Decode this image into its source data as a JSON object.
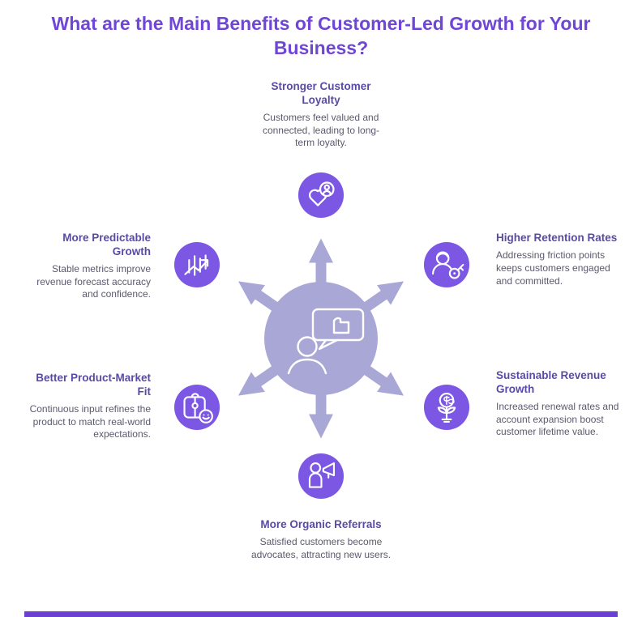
{
  "title": "What are the Main Benefits of Customer-Led Growth for Your Business?",
  "colors": {
    "title": "#6F46D5",
    "node_heading": "#5B4AA5",
    "node_body": "#5A5A6E",
    "icon_circle": "#7C57E4",
    "hub_and_arrows": "#A9A7D5",
    "footer_bar": "#6B3FD4",
    "background": "#FFFFFF"
  },
  "center": {
    "icon": "person-feedback-bubble-icon"
  },
  "nodes": [
    {
      "position": "top",
      "heading": "Stronger Customer Loyalty",
      "description": "Customers feel valued and connected, leading to long-term loyalty.",
      "icon": "heart-member-icon"
    },
    {
      "position": "upper-left",
      "heading": "More Predictable Growth",
      "description": "Stable metrics improve revenue forecast accuracy and confidence.",
      "icon": "candlestick-growth-icon"
    },
    {
      "position": "upper-right",
      "heading": "Higher Retention Rates",
      "description": "Addressing friction points keeps customers engaged and committed.",
      "icon": "person-key-icon"
    },
    {
      "position": "lower-left",
      "heading": "Better Product-Market Fit",
      "description": "Continuous input refines the product to match real-world expectations.",
      "icon": "puzzle-smiley-icon"
    },
    {
      "position": "lower-right",
      "heading": "Sustainable Revenue Growth",
      "description": "Increased renewal rates and account expansion boost customer lifetime value.",
      "icon": "money-plant-icon"
    },
    {
      "position": "bottom",
      "heading": "More Organic Referrals",
      "description": "Satisfied customers become advocates, attracting new users.",
      "icon": "person-megaphone-icon"
    }
  ]
}
